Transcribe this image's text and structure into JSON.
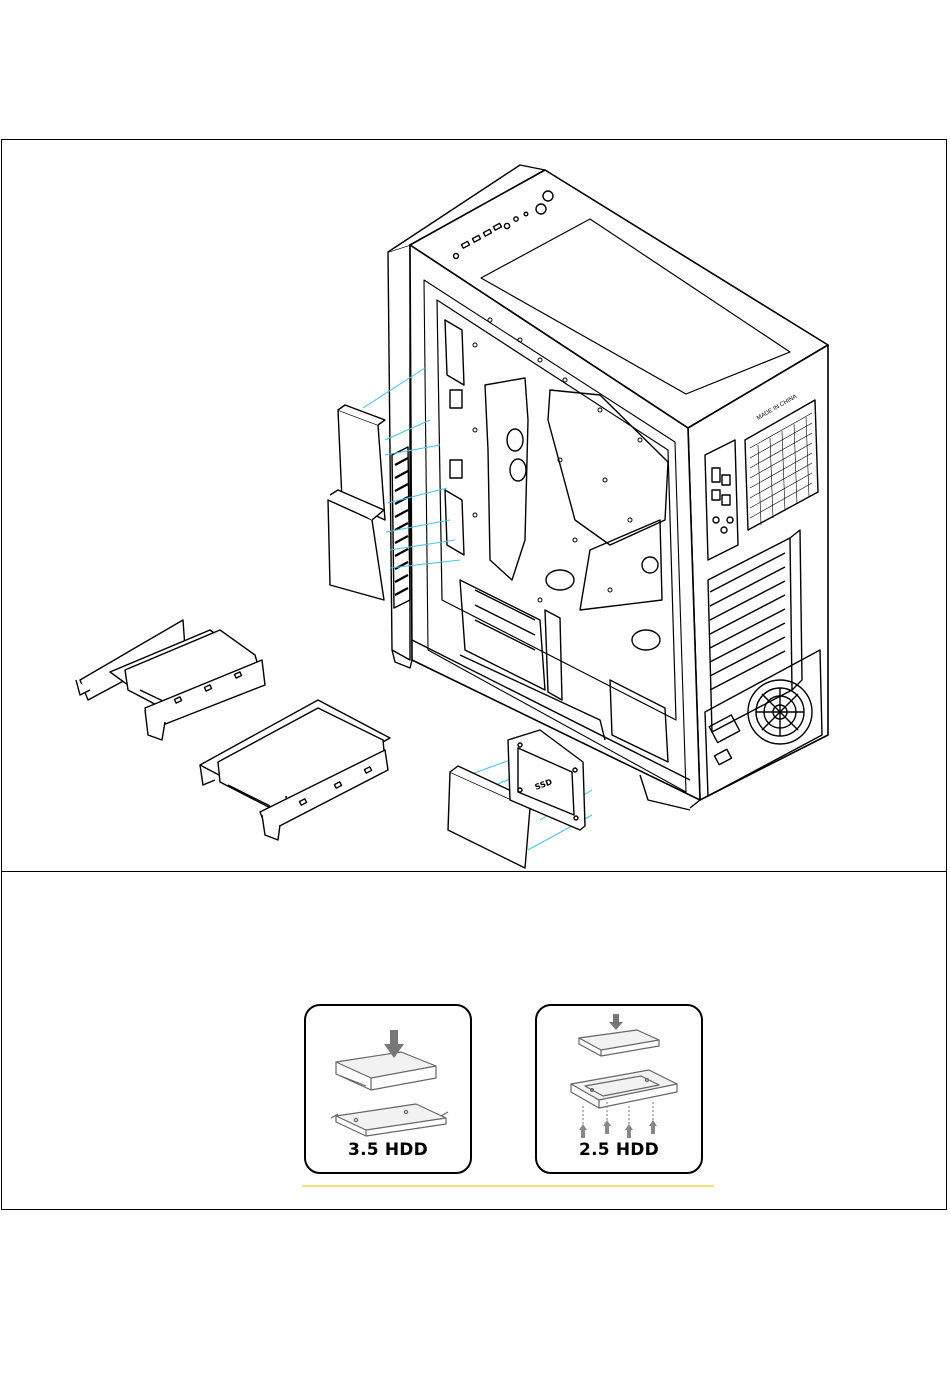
{
  "diagram": {
    "ssd_label": "SSD",
    "case_rear_label": "MADE IN CHINA"
  },
  "instructions": {
    "panels": [
      {
        "label": "3.5 HDD",
        "icon": "hdd-3-5-install-icon"
      },
      {
        "label": "2.5 HDD",
        "icon": "hdd-2-5-install-icon"
      }
    ]
  },
  "colors": {
    "line": "#000000",
    "guide_line": "#46c3e6",
    "accent_underline": "#f2e27a"
  }
}
